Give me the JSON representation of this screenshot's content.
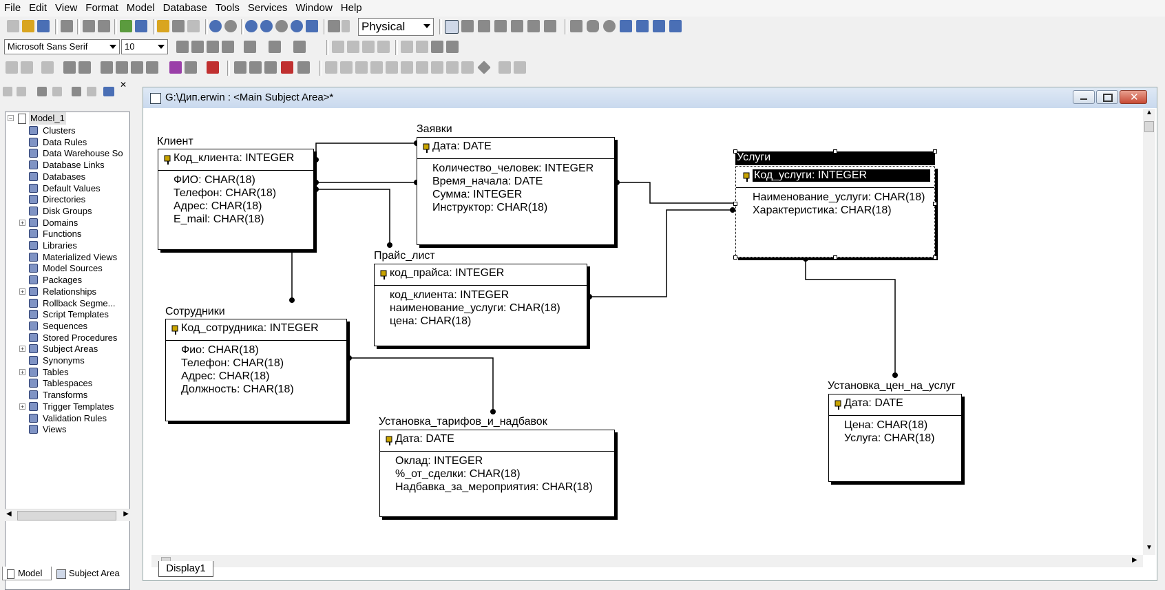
{
  "menu": [
    "File",
    "Edit",
    "View",
    "Format",
    "Model",
    "Database",
    "Tools",
    "Services",
    "Window",
    "Help"
  ],
  "toolbar": {
    "mode": "Physical",
    "font": "Microsoft Sans Serif",
    "font_size": "10"
  },
  "tree": {
    "root": "Model_1",
    "items": [
      "Clusters",
      "Data Rules",
      "Data Warehouse So",
      "Database Links",
      "Databases",
      "Default Values",
      "Directories",
      "Disk Groups",
      "Domains",
      "Functions",
      "Libraries",
      "Materialized Views",
      "Model Sources",
      "Packages",
      "Relationships",
      "Rollback Segme...",
      "Script Templates",
      "Sequences",
      "Stored Procedures",
      "Subject Areas",
      "Synonyms",
      "Tables",
      "Tablespaces",
      "Transforms",
      "Trigger Templates",
      "Validation Rules",
      "Views"
    ]
  },
  "left_tabs": [
    "Model",
    "Subject Area"
  ],
  "window": {
    "title": "G:\\Дип.erwin : <Main Subject Area>*"
  },
  "display_tab": "Display1",
  "entities": {
    "client": {
      "name": "Клиент",
      "pk": "Код_клиента: INTEGER",
      "attrs": [
        "ФИО: CHAR(18)",
        "Телефон: CHAR(18)",
        "Адрес: CHAR(18)",
        "E_mail: CHAR(18)"
      ]
    },
    "orders": {
      "name": "Заявки",
      "pk": "Дата: DATE",
      "attrs": [
        "Количество_человек: INTEGER",
        "Время_начала: DATE",
        "Сумма: INTEGER",
        "Инструктор: CHAR(18)"
      ]
    },
    "services": {
      "name": "Услуги",
      "pk": "Код_услуги: INTEGER",
      "attrs": [
        "Наименование_услуги: CHAR(18)",
        "Характеристика: CHAR(18)"
      ]
    },
    "price": {
      "name": "Прайс_лист",
      "pk": "код_прайса: INTEGER",
      "attrs": [
        "код_клиента: INTEGER",
        "наименование_услуги: CHAR(18)",
        "цена: CHAR(18)"
      ]
    },
    "staff": {
      "name": "Сотрудники",
      "pk": "Код_сотрудника: INTEGER",
      "attrs": [
        "Фио: CHAR(18)",
        "Телефон: CHAR(18)",
        "Адрес: CHAR(18)",
        "Должность: CHAR(18)"
      ]
    },
    "tariffs": {
      "name": "Установка_тарифов_и_надбавок",
      "pk": "Дата: DATE",
      "attrs": [
        "Оклад: INTEGER",
        "%_от_сделки: CHAR(18)",
        "Надбавка_за_мероприятия: CHAR(18)"
      ]
    },
    "prices_set": {
      "name": "Установка_цен_на_услуг",
      "pk": "Дата: DATE",
      "attrs": [
        "Цена: CHAR(18)",
        "Услуга: CHAR(18)"
      ]
    }
  }
}
